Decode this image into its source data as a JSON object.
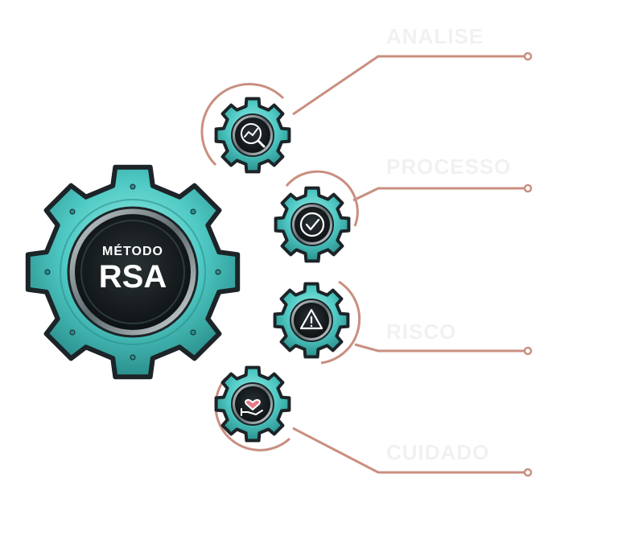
{
  "main_gear": {
    "title_small": "MÉTODO",
    "title_large": "RSA"
  },
  "colors": {
    "gear_teal": "#4fc9c4",
    "gear_teal_light": "#8ee8e0",
    "gear_teal_dark": "#2a8f8c",
    "gear_outline": "#1c2428",
    "hub_dark": "#14191c",
    "connector": "#c98f80"
  },
  "branches": [
    {
      "icon": "chart-magnifier-icon",
      "label": "ANALISE"
    },
    {
      "icon": "checkmark-icon",
      "label": "PROCESSO"
    },
    {
      "icon": "warning-icon",
      "label": "RISCO"
    },
    {
      "icon": "hand-heart-icon",
      "label": "CUIDADO"
    }
  ]
}
